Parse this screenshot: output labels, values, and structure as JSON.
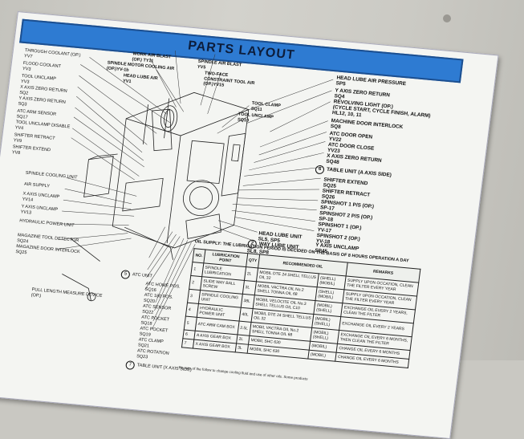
{
  "title": "PARTS LAYOUT",
  "colors": {
    "header": "#2e7bd2",
    "plate": "#f4f5f2",
    "wall": "#c9c8c2"
  },
  "top_labels": [
    "WORK AIR BLAST\n(OP.) TY11",
    "SPINDLE AIR BLAST\nYV5",
    "SPINDLE MOTOR COOLING AIR\n(OP.)YV-1b",
    "HEAD LUBE AIR\nYV1",
    "TWO-FACE\nCONSTRAINT TOOL AIR\n(OP.)YV15",
    "TOOL CLAMP\nSQ11",
    "TOOL UNCLAMP\nSQ10"
  ],
  "left_labels": [
    "THROUGH COOLANT (OP.)\nYV7",
    "FLOOD COOLANT\nYV3",
    "TOOL UNCLAMP\nYV3",
    "X AXIS ZERO RETURN\nSQ2",
    "Y AXIS ZERO RETURN\nSQ3",
    "ATC ARM SENSOR\nSQ17",
    "TOOL UNCLAMP DISABLE\nYV4",
    "SHIFTER RETRACT\nYV9",
    "SHIFTER EXTEND\nYV8",
    "SPINDLE COOLING UNIT",
    "AIR SUPPLY",
    "X AXIS UNCLAMP\nYV14",
    "Y AXIS UNCLAMP\nYV13",
    "HYDRAULIC POWER UNIT",
    "MAGAZINE TOOL DETECTOR\nSQ24",
    "MAGAZINE DOOR INTERLOCK\nSQ25",
    "PULL LENGTH MEASURE DEVICE\n(OP.)"
  ],
  "right_labels": [
    "HEAD LUBE AIR PRESSURE\nSP5",
    "Y AXIS ZERO RETURN\nSQ4",
    "REVOLVING LIGHT (OP.)\n(CYCLE START, CYCLE FINISH, ALARM)\nHL12, 10, 11",
    "MACHINE DOOR INTERLOCK\nSQ8",
    "ATC DOOR OPEN\nYV22",
    "ATC DOOR CLOSE\nYV23",
    "X AXIS ZERO RETURN\nSQ48",
    "TABLE UNIT (A AXIS SIDE)",
    "SHIFTER EXTEND\nSQ25",
    "SHIFTER RETRACT\nSQ26",
    "SPINSHOT 1 P/S (OP.)\nSP-17",
    "SPINSHOT 2 P/S (OP.)\nSP-18",
    "SPINSHOT 1 (OP.)\nYV-17",
    "SPINSHOT 2 (OP.)\nYV-18",
    "HEAD LUBE UNIT\nSL5, SP5",
    "WAY LUBE UNIT\nSL8, SP8",
    "Y AXIS UNCLAMP\nSP45"
  ],
  "bottom_labels": [
    "ATC UNIT",
    "ATC HOME POS.\nSQ16",
    "ATC 180 POS.\nSQ20",
    "ATC SENSOR\nSQ22",
    "ATC POCKET\nSQ18",
    "ATC POCKET\nSQ19",
    "ATC CLAMP\nSQ21",
    "ATC ROTATION\nSQ23",
    "TABLE UNIT (X AXIS SIDE)"
  ],
  "oil": {
    "note": "OIL SUPPLY: THE LUBRICATION PERIOD IS DECIDED ON THE BASIS OF 8 HOURS OPERATION A DAY",
    "headers": [
      "NO.",
      "LUBRICATION POINT",
      "QTY",
      "RECOMMENDED OIL",
      "REMARKS"
    ],
    "rows": [
      [
        "1",
        "SPINDLE LUBRICATION",
        "2L",
        "MOBIL DTE 24 SHELL TELLUS OIL 32",
        "(SHELL) (MOBIL)",
        "SUPPLY UPON OCCATION, CLEAN THE FILTER EVERY YEAR"
      ],
      [
        "2",
        "SLIDE WAY BALL SCREW",
        "3L",
        "MOBIL VACTRA OIL No.2 SHELL TONNA OIL 68",
        "(SHELL) (MOBIL)",
        "SUPPLY UPON OCCATION, CLEAN THE FILTER EVERY YEAR"
      ],
      [
        "3",
        "SPINDLE COOLING UNIT",
        "38L",
        "MOBIL VELOCITE OIL No.3 SHELL TELLUS OIL C10",
        "(MOBIL) (SHELL)",
        "EXCHANGE OIL EVERY 2 YEARS, CLEAN THE FILTER"
      ],
      [
        "4",
        "HYDRAULIC POWER UNIT",
        "40L",
        "MOBIL DTE 24 SHELL TELLUS OIL 32",
        "(MOBIL) (SHELL)",
        "EXCHANGE OIL EVERY 2 YEARS"
      ],
      [
        "5",
        "ATC ARM CAM BOX",
        "2.5L",
        "MOBIL VACTRA OIL No.2 SHELL TONNA OIL 68",
        "(MOBIL) (SHELL)",
        "EXCHANGE OIL EVERY 6 MONTHS, THEN CLEAN THE FILTER"
      ],
      [
        "6",
        "A AXIS GEAR BOX",
        "2L",
        "MOBIL SHC 630",
        "(MOBIL)",
        "CHANGE OIL EVERY 6 MONTHS"
      ],
      [
        "7",
        "X AXIS GEAR BOX",
        "3L",
        "MOBIL SHC 630",
        "(MOBIL)",
        "CHANGE OIL EVERY 6 MONTHS"
      ]
    ],
    "footnote": "Be sure of the follow to change cooling fluid and use of other oils. Some products"
  }
}
